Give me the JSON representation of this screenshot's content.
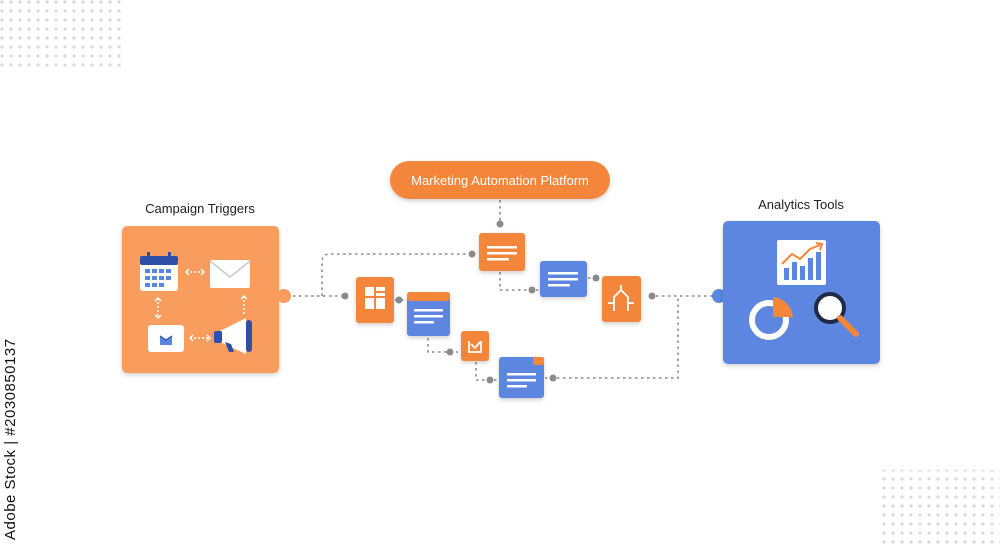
{
  "colors": {
    "orange": "#f4863a",
    "orange_light": "#f89d5d",
    "blue": "#5b86e0",
    "dark_blue": "#2f4fa8",
    "connector": "#8a8a8a",
    "white": "#ffffff"
  },
  "platform": {
    "title": "Marketing Automation Platform"
  },
  "campaign_triggers": {
    "title": "Campaign Triggers",
    "icons": [
      "calendar-icon",
      "envelope-icon",
      "mail-notification-icon",
      "megaphone-icon"
    ]
  },
  "analytics_tools": {
    "title": "Analytics Tools",
    "icons": [
      "bar-chart-icon",
      "pie-chart-icon",
      "magnifier-icon"
    ]
  },
  "workflow_nodes": [
    {
      "kind": "orange",
      "icon": "layout-icon"
    },
    {
      "kind": "orange",
      "icon": "document-icon"
    },
    {
      "kind": "blue",
      "icon": "document-icon"
    },
    {
      "kind": "blue",
      "icon": "window-icon"
    },
    {
      "kind": "orange",
      "icon": "decision-icon"
    },
    {
      "kind": "orange",
      "icon": "refresh-icon"
    },
    {
      "kind": "blue",
      "icon": "document-icon"
    }
  ],
  "watermark": "Adobe Stock | #2030850137"
}
